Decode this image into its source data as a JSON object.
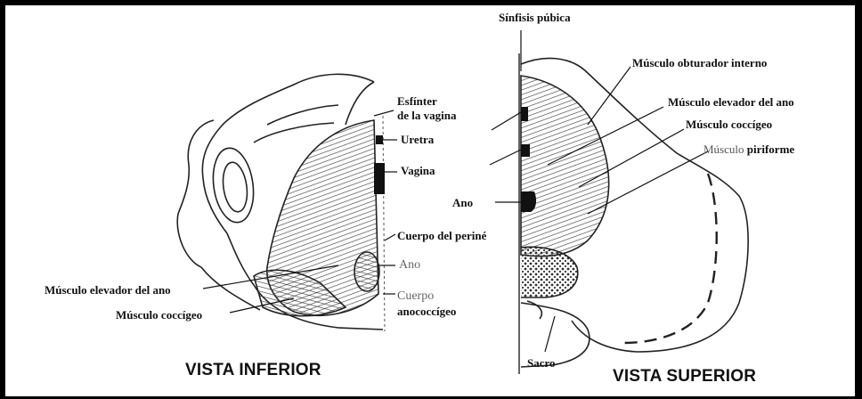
{
  "inferior": {
    "title": "VISTA INFERIOR",
    "labels": {
      "esfinter_line1": "Esfínter",
      "esfinter_line2": "de la vagina",
      "uretra": "Uretra",
      "vagina": "Vagina",
      "cuerpo_perine": "Cuerpo del periné",
      "ano": "Ano",
      "cuerpo_anococ_line1": "Cuerpo",
      "cuerpo_anococ_line2": "anococcígeo",
      "elevador": "Músculo elevador del ano",
      "coccigeo": "Músculo coccígeo"
    }
  },
  "superior": {
    "title": "VISTA SUPERIOR",
    "labels": {
      "sinfisis": "Sínfisis púbica",
      "obturador": "Músculo obturador interno",
      "elevador": "Músculo elevador del ano",
      "coccigeo": "Músculo coccígeo",
      "piriforme_a": "Músculo",
      "piriforme_b": "piriforme",
      "ano": "Ano",
      "sacro": "Sacro"
    }
  },
  "colors": {
    "ink": "#111111",
    "gray_label": "#666666",
    "background": "#ffffff"
  }
}
